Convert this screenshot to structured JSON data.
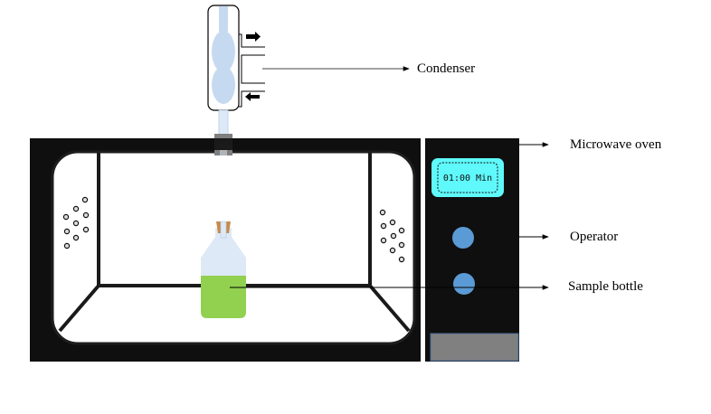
{
  "title": "Microwave-assisted extraction apparatus",
  "labels": {
    "condenser": "Condenser",
    "microwave_oven": "Microwave oven",
    "operator": "Operator",
    "sample_bottle": "Sample bottle"
  },
  "timer": {
    "display": "01:00 Min"
  },
  "colors": {
    "oven_body": "#0f0f0f",
    "cavity": "#ffffff",
    "display_bg": "#5ff9fb",
    "knob": "#5b9bd5",
    "panel_plate": "#808080",
    "glass": "#c5daf0",
    "liquid": "#92d050",
    "bottle_glass": "#dde9f6",
    "stopper": "#c98a4b",
    "clamp": "#7f7f7f"
  },
  "flow_arrows": {
    "outlet": "right",
    "inlet": "left"
  }
}
